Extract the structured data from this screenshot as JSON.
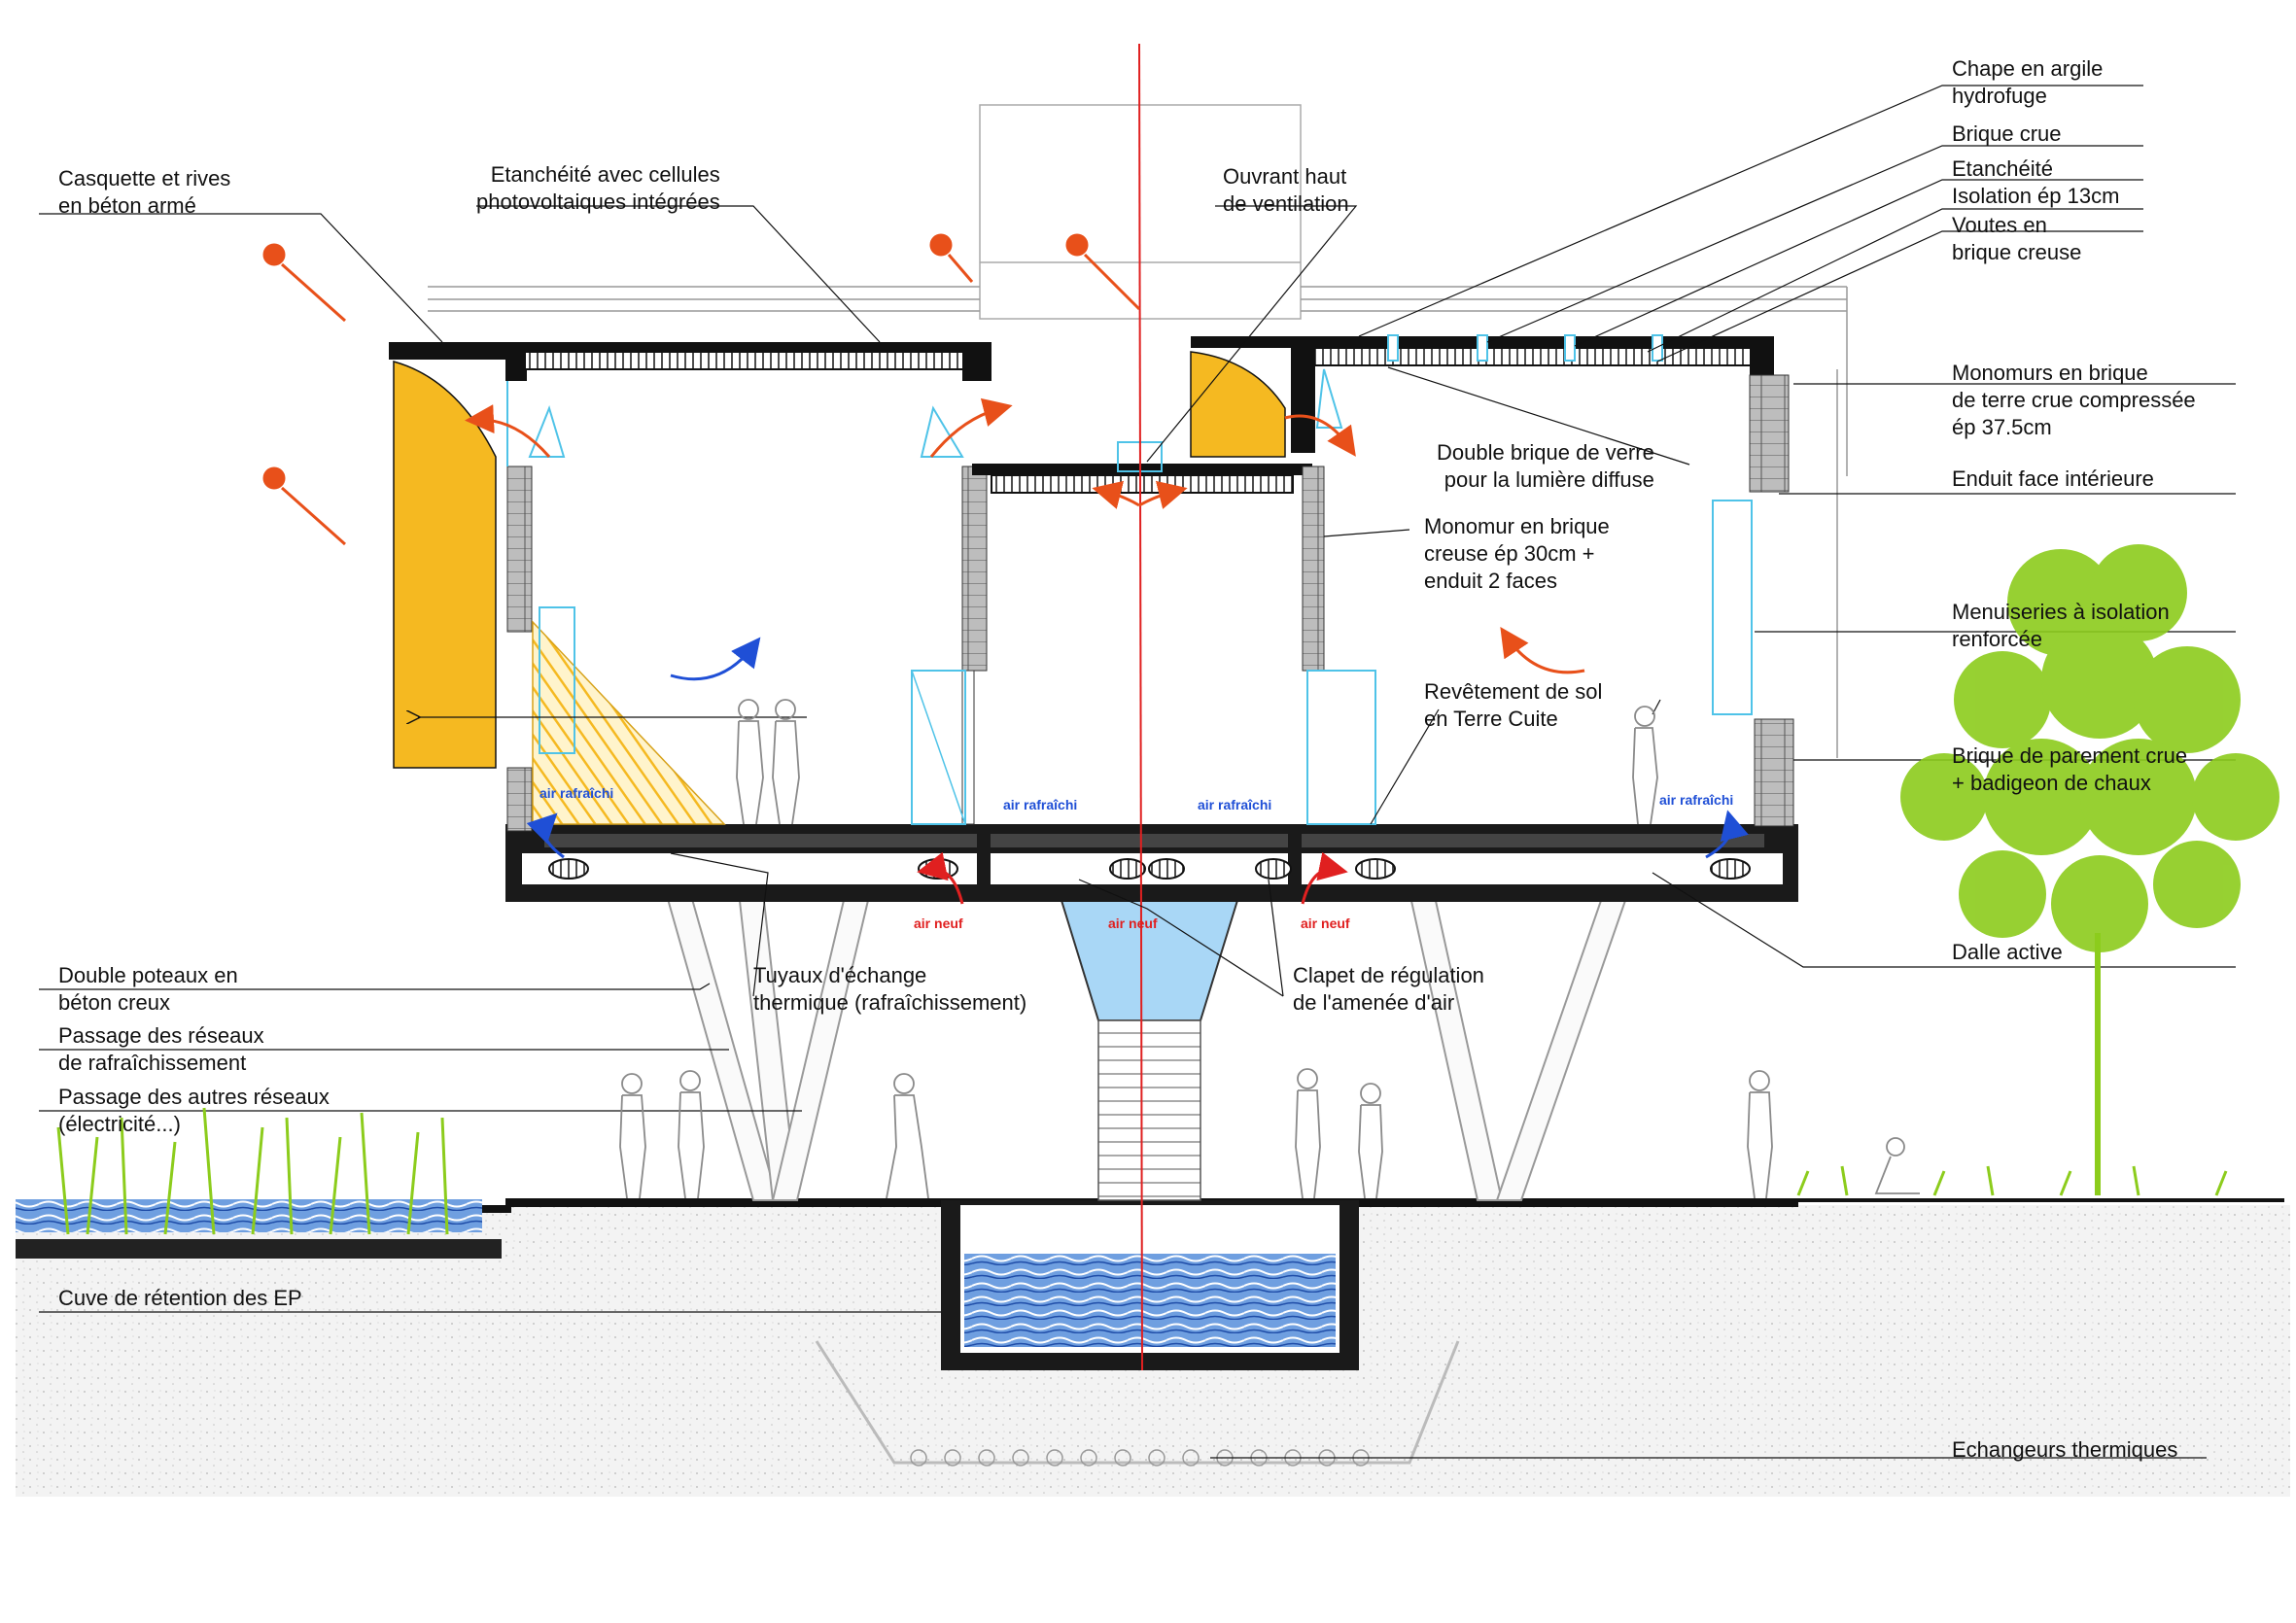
{
  "labels": {
    "casquette": [
      "Casquette et rives",
      "en béton armé"
    ],
    "etancheite_pv": [
      "Etanchéité avec cellules",
      "photovoltaiques intégrées"
    ],
    "ouvrant": [
      "Ouvrant haut",
      "de ventilation"
    ],
    "chape": [
      "Chape en argile",
      "hydrofuge"
    ],
    "brique_crue": "Brique crue",
    "etancheite": "Etanchéité",
    "isolation": "Isolation ép 13cm",
    "voutes": [
      "Voutes en",
      "brique creuse"
    ],
    "monomurs_terre": [
      "Monomurs en brique",
      "de terre crue compressée",
      "ép 37.5cm"
    ],
    "double_brique": [
      "Double brique de verre",
      "pour la lumière diffuse"
    ],
    "enduit": "Enduit face intérieure",
    "monomur_creuse": [
      "Monomur en brique",
      "creuse ép 30cm +",
      "enduit 2 faces"
    ],
    "menuiseries": [
      "Menuiseries à isolation",
      "renforcée"
    ],
    "revetement": [
      "Revêtement de sol",
      "en Terre Cuite"
    ],
    "parement": [
      "Brique de parement crue",
      "+ badigeon de chaux"
    ],
    "dalle": "Dalle active",
    "poteaux": [
      "Double poteaux en",
      "béton creux"
    ],
    "reseaux_rafr": [
      "Passage des réseaux",
      "de rafraîchissement"
    ],
    "reseaux_autres": [
      "Passage des autres réseaux",
      "(électricité...)"
    ],
    "tuyaux": [
      "Tuyaux d'échange",
      "thermique (rafraîchissement)"
    ],
    "clapet": [
      "Clapet de régulation",
      "de l'amenée d'air"
    ],
    "cuve": "Cuve de rétention des EP",
    "echangeurs": "Echangeurs thermiques"
  },
  "flows": {
    "air_rafraichi": "air rafraîchi",
    "air_neuf": "air neuf"
  },
  "colors": {
    "line": "#111111",
    "shade_yellow": "#f5b921",
    "glass": "#4fc3e8",
    "water": "#2f66c4",
    "hot_air": "#e8501a",
    "cool_air": "#1f4fd6",
    "fresh_air": "#e02020",
    "vegetation": "#8ccc1c",
    "ground": "#f1f1f1"
  }
}
